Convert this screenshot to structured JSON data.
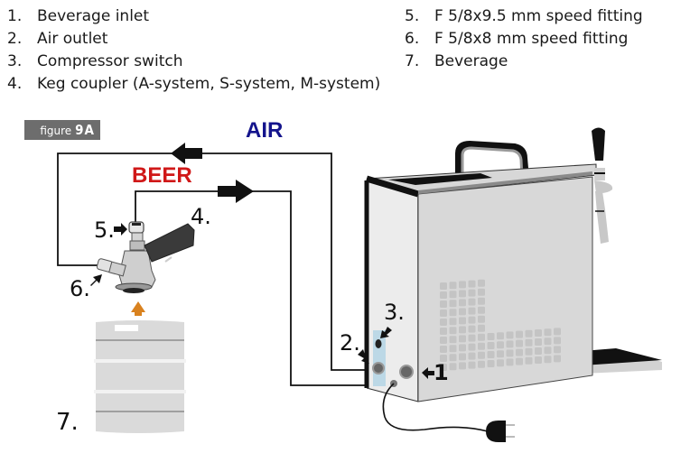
{
  "legend": {
    "left": [
      {
        "num": "1.",
        "text": "Beverage inlet"
      },
      {
        "num": "2.",
        "text": "Air outlet"
      },
      {
        "num": "3.",
        "text": "Compressor switch"
      },
      {
        "num": "4.",
        "text": "Keg coupler (A-system, S-system, M-system)"
      }
    ],
    "right": [
      {
        "num": "5.",
        "text": "F 5/8x9.5 mm speed fitting"
      },
      {
        "num": "6.",
        "text": "F 5/8x8 mm speed fitting"
      },
      {
        "num": "7.",
        "text": "Beverage"
      }
    ]
  },
  "figure": {
    "prefix": "figure",
    "id": "9A"
  },
  "flows": {
    "air": {
      "label": "AIR",
      "color": "#14148c"
    },
    "beer": {
      "label": "BEER",
      "color": "#d01818"
    }
  },
  "callouts": {
    "c1": "1",
    "c2": "2.",
    "c3": "3.",
    "c4": "4.",
    "c5": "5.",
    "c6": "6.",
    "c7": "7."
  },
  "colors": {
    "keg_arrow": "#d9821f",
    "keg_body": "#dadada",
    "machine_body": "#d8d8d8",
    "port_panel": "#bcd8e6"
  }
}
